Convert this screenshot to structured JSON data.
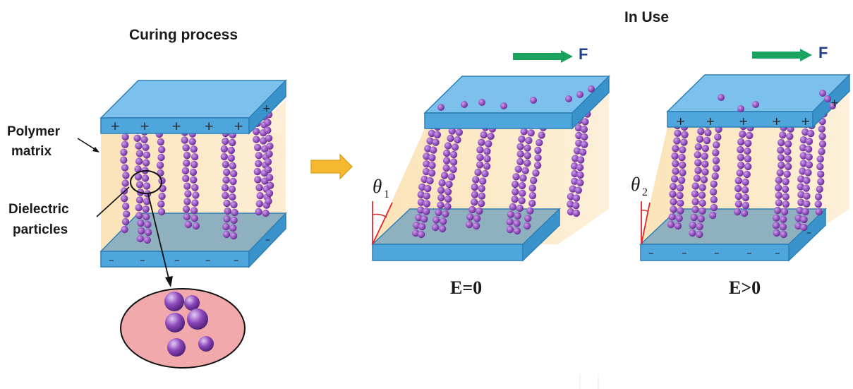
{
  "labels": {
    "curing_title": "Curing process",
    "in_use_title": "In Use",
    "polymer_matrix_line1": "Polymer",
    "polymer_matrix_line2": "matrix",
    "dielectric_line1": "Dielectric",
    "dielectric_line2": "particles",
    "e_zero": "E=0",
    "e_positive": "E>0",
    "force": "F",
    "theta1": "θ",
    "theta1_sub": "1",
    "theta2": "θ",
    "theta2_sub": "2"
  },
  "signs": {
    "plus": "+",
    "minus": "–"
  },
  "colors": {
    "plate_top": "#6fb7e6",
    "plate_front": "#4ea6dd",
    "plate_edge": "#2d7fb6",
    "plate_bottom_top": "#86a8b8",
    "matrix": "#fbe7c4",
    "particle": "#9a55c4",
    "particle_dark": "#6a2f95",
    "arrow_green": "#1aa35f",
    "arrow_orange": "#f5b82e",
    "angle_red": "#e0262b",
    "zoom_fill": "#f2a9ab"
  }
}
